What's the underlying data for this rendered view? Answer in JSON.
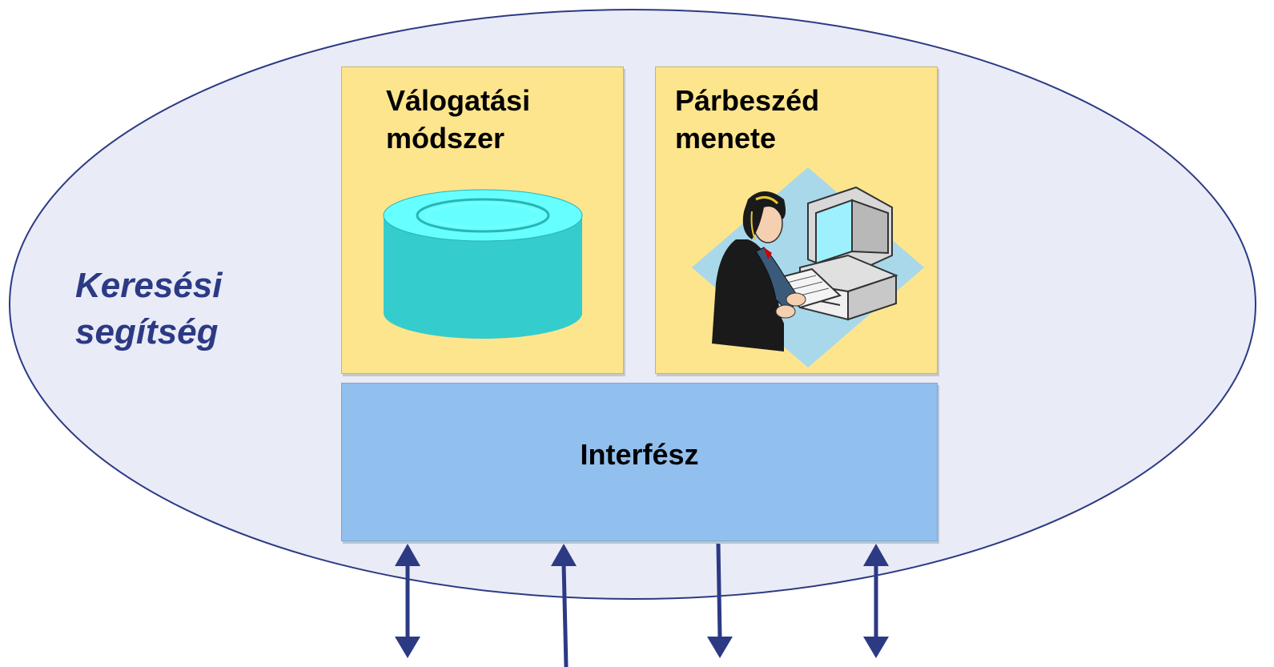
{
  "region": {
    "label_lines": [
      "Keresési",
      "segítség"
    ]
  },
  "components": {
    "selection_method": {
      "title_lines": [
        "Válogatási",
        "módszer"
      ],
      "icon": "database-cylinder-icon"
    },
    "dialog_flow": {
      "title_lines": [
        "Párbeszéd",
        "menete"
      ],
      "icon": "user-at-computer-icon"
    },
    "interface": {
      "label": "Interfész"
    }
  },
  "connectors": [
    {
      "direction": "both"
    },
    {
      "direction": "up"
    },
    {
      "direction": "down"
    },
    {
      "direction": "both"
    }
  ],
  "colors": {
    "region_fill": "#e9ebf7",
    "region_stroke": "#2c3a84",
    "component_fill": "#fde58e",
    "interface_fill": "#92c0ee",
    "arrow": "#2c3a84",
    "label_text": "#2c3a84",
    "cylinder": "#34cccc",
    "cylinder_top": "#66ffff"
  }
}
